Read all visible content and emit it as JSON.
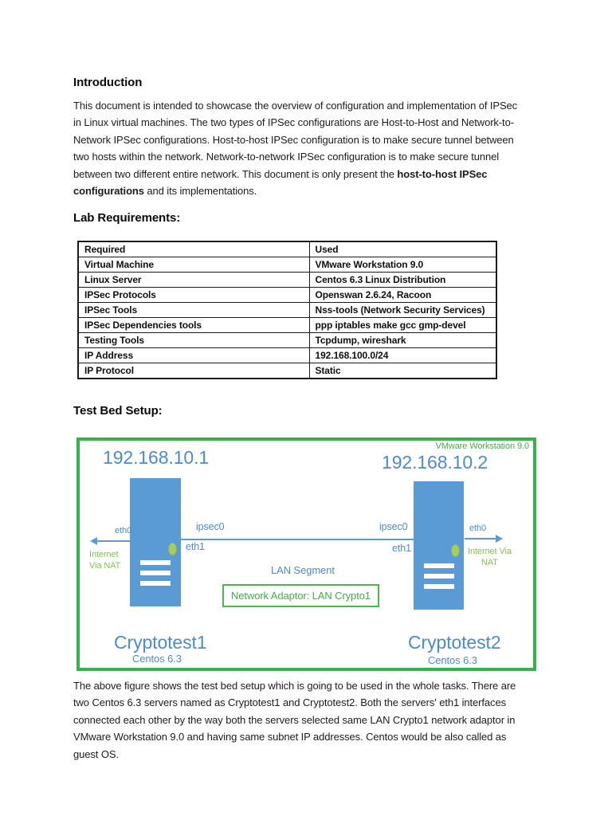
{
  "intro": {
    "heading": "Introduction",
    "lines": [
      "This document is intended to showcase the overview of configuration and implementation of IPSec",
      "in Linux virtual machines. The two types of  IPSec configurations are Host-to-Host and Network-to-",
      "Network IPSec configurations. Host-to-host IPSec configuration is to make secure tunnel between",
      "two hosts within the network. Network-to-network IPSec configuration is to make secure tunnel"
    ],
    "line5_normal": "between two different entire network.  This document is only present the ",
    "line5_bold": "host-to-host IPSec",
    "line6_bold": "configurations",
    "line6_normal": " and its implementations."
  },
  "lab": {
    "heading": "Lab Requirements:",
    "table": {
      "header": {
        "required": "Required",
        "used": "Used"
      },
      "rows": [
        {
          "required": "Virtual Machine",
          "used": "VMware Workstation 9.0"
        },
        {
          "required": "Linux Server",
          "used": "Centos 6.3 Linux Distribution"
        },
        {
          "required": "IPSec Protocols",
          "used": "Openswan 2.6.24, Racoon"
        },
        {
          "required": "IPSec Tools",
          "used": "Nss-tools (Network Security Services)"
        },
        {
          "required": "IPSec Dependencies tools",
          "used": "ppp iptables make gcc gmp-devel"
        },
        {
          "required": "Testing Tools",
          "used": "Tcpdump, wireshark"
        },
        {
          "required": "IP Address",
          "used": "192.168.100.0/24"
        },
        {
          "required": "IP Protocol",
          "used": "Static"
        }
      ]
    }
  },
  "testbed": {
    "heading": "Test Bed Setup:",
    "diagram": {
      "vmware_label": "VMware Workstation 9.0",
      "ipsec_label": "ipsec0",
      "lan_segment": "LAN Segment",
      "adaptor_label": "Network Adaptor: LAN Crypto1",
      "host1": {
        "ip": "192.168.10.1",
        "name": "Cryptotest1",
        "os": "Centos 6.3",
        "eth0": "eth0",
        "eth1": "eth1",
        "nat_line1": "Internet",
        "nat_line2": "Via NAT"
      },
      "host2": {
        "ip": "192.168.10.2",
        "name": "Cryptotest2",
        "os": "Centos 6.3",
        "eth0": "eth0",
        "eth1": "eth1",
        "nat_line1": "Internet Via",
        "nat_line2": "NAT"
      },
      "colors": {
        "blue": "#5b9bd5",
        "green_border": "#35b24a",
        "green_text": "#43ad49",
        "lime_text": "#85bf52"
      }
    }
  },
  "caption": {
    "lines": [
      "The above figure shows the test bed setup which is going to be used in the whole tasks. There are",
      "two Centos 6.3 servers named as Cryptotest1 and Cryptotest2. Both the servers' eth1 interfaces",
      "connected each other by the way both the servers selected same LAN Crypto1 network adaptor in",
      "VMware Workstation 9.0 and having same subnet IP addresses.  Centos would be also called as",
      "guest OS."
    ]
  }
}
